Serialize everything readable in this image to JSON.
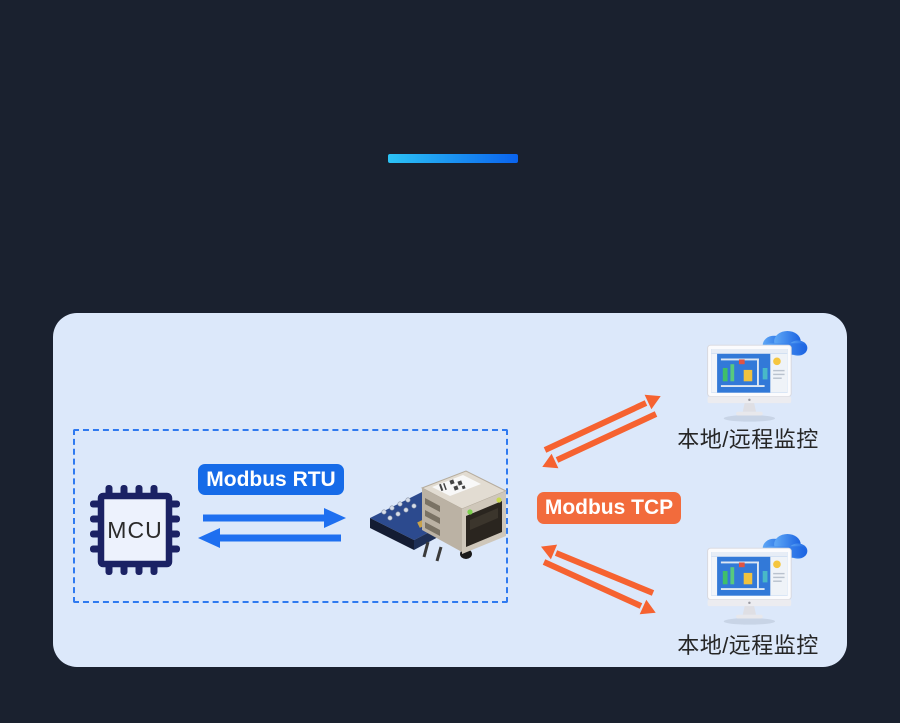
{
  "colors": {
    "background": "#1A212F",
    "panel": "#DCE8FA",
    "divider_gradient_start": "#2CC3F5",
    "divider_gradient_end": "#0A63EE",
    "blue_badge": "#166BE8",
    "blue_arrow": "#1E6FF0",
    "orange_badge": "#F26B3C",
    "orange_arrow": "#F66230",
    "dashed_border": "#2F7AF0",
    "chip_navy": "#1B2264",
    "label_text": "#262626"
  },
  "diagram": {
    "mcu": {
      "label": "MCU",
      "icon": "mcu-chip-icon"
    },
    "serial_link": {
      "badge_label": "Modbus RTU",
      "arrows": "bidirectional-horizontal-arrows"
    },
    "tcp_link": {
      "badge_label": "Modbus TCP",
      "arrows": "bidirectional-diagonal-arrows"
    },
    "module": {
      "icon": "serial-to-ethernet-converter-module"
    },
    "monitors": [
      {
        "label": "本地/远程监控",
        "icon": "desktop-monitor-with-cloud"
      },
      {
        "label": "本地/远程监控",
        "icon": "desktop-monitor-with-cloud"
      }
    ]
  }
}
